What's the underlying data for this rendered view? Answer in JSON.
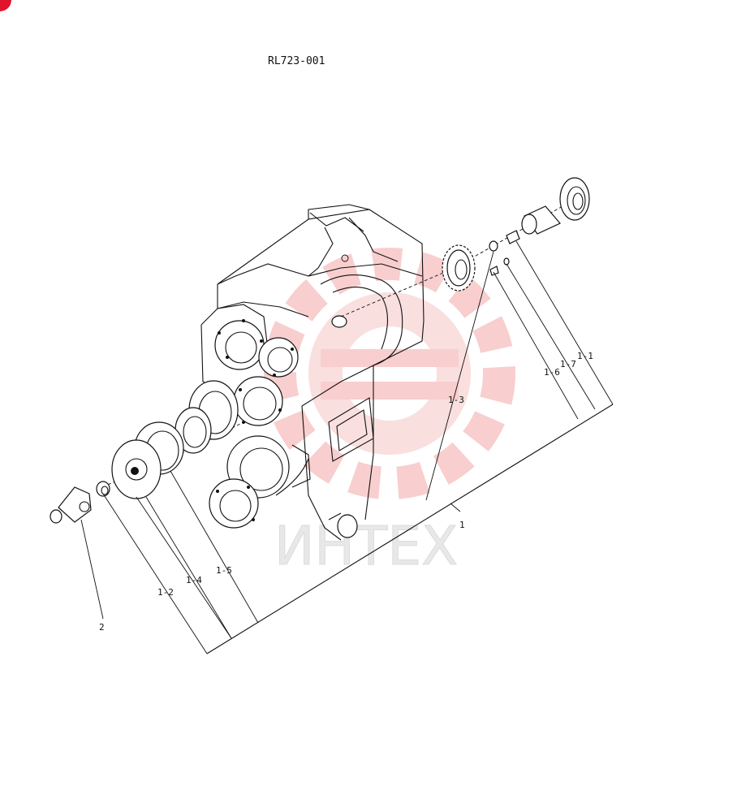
{
  "drawing_number": "RL723-001",
  "labels": {
    "l1": "1",
    "l1_1": "1-1",
    "l1_2": "1-2",
    "l1_3": "1-3",
    "l1_4": "1-4",
    "l1_5": "1-5",
    "l1_6": "1-6",
    "l1_7": "1-7",
    "l2": "2"
  },
  "watermark": {
    "text": "ИНТЕХ",
    "color": "#f28a8a"
  },
  "colors": {
    "line": "#111111",
    "corner_mark": "#e0142b",
    "watermark": "#f7c6c6"
  }
}
